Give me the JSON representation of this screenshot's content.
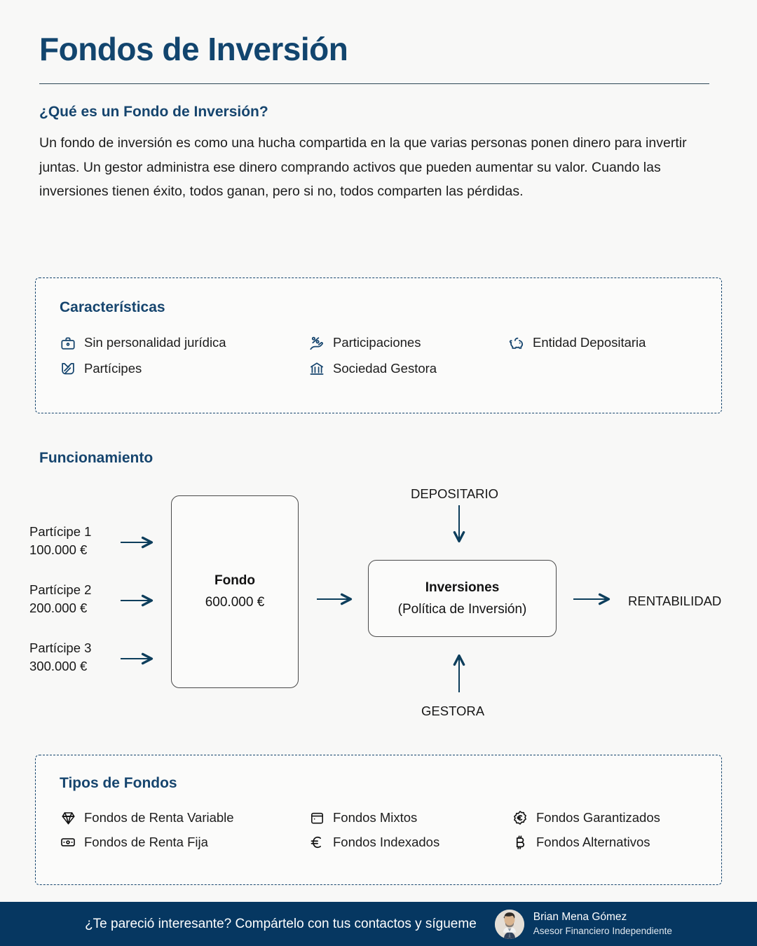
{
  "theme": {
    "background": "#f8f8f7",
    "navy": "#16456e",
    "title_navy": "#12456e",
    "footer_navy": "#063761",
    "arrow": "#0d3e5c",
    "body_text": "#1c1c1c"
  },
  "header": {
    "title": "Fondos de Inversión",
    "section_question": "¿Qué es un Fondo de Inversión?",
    "intro": "Un fondo de inversión es como una hucha compartida en la que varias personas ponen dinero para invertir juntas. Un gestor administra ese dinero comprando activos que pueden aumentar su valor. Cuando las inversiones tienen éxito, todos ganan, pero si no, todos comparten las pérdidas."
  },
  "caracteristicas": {
    "title": "Características",
    "items": [
      {
        "label": "Sin personalidad jurídica",
        "icon": "briefcase-icon"
      },
      {
        "label": "Participaciones",
        "icon": "hand-percent-icon"
      },
      {
        "label": "Entidad Depositaria",
        "icon": "piggy-bank-icon"
      },
      {
        "label": "Partícipes",
        "icon": "handshake-icon"
      },
      {
        "label": "Sociedad Gestora",
        "icon": "bank-building-icon"
      }
    ]
  },
  "funcionamiento": {
    "title": "Funcionamiento",
    "participes": [
      {
        "name": "Partícipe 1",
        "amount": "100.000 €"
      },
      {
        "name": "Partícipe 2",
        "amount": "200.000 €"
      },
      {
        "name": "Partícipe 3",
        "amount": "300.000 €"
      }
    ],
    "fondo": {
      "label": "Fondo",
      "amount": "600.000 €"
    },
    "inversiones": {
      "label": "Inversiones",
      "sublabel": "(Política de Inversión)"
    },
    "depositario": "DEPOSITARIO",
    "gestora": "GESTORA",
    "rentabilidad": "RENTABILIDAD"
  },
  "tipos": {
    "title": "Tipos de Fondos",
    "items": [
      {
        "label": "Fondos de Renta Variable",
        "icon": "diamond-icon"
      },
      {
        "label": "Fondos Mixtos",
        "icon": "wallet-icon"
      },
      {
        "label": "Fondos Garantizados",
        "icon": "euro-badge-icon"
      },
      {
        "label": "Fondos de Renta Fija",
        "icon": "banknote-icon"
      },
      {
        "label": "Fondos Indexados",
        "icon": "euro-icon"
      },
      {
        "label": "Fondos Alternativos",
        "icon": "bitcoin-icon"
      }
    ]
  },
  "footer": {
    "cta": "¿Te pareció interesante? Compártelo con tus contactos y sígueme",
    "name": "Brian Mena Gómez",
    "role": "Asesor Financiero Independiente"
  }
}
